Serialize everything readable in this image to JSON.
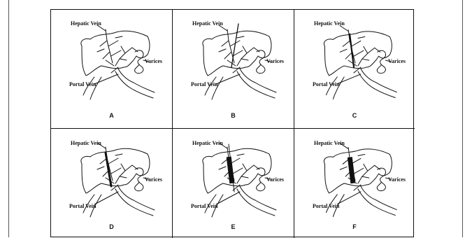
{
  "labels": {
    "hepatic_vein": "Hepatic Vein",
    "varices": "Varices",
    "portal_vein": "Portal Vein"
  },
  "panels": [
    {
      "letter": "A",
      "stage": "none"
    },
    {
      "letter": "B",
      "stage": "needle"
    },
    {
      "letter": "C",
      "stage": "wire"
    },
    {
      "letter": "D",
      "stage": "dilate"
    },
    {
      "letter": "E",
      "stage": "stent"
    },
    {
      "letter": "F",
      "stage": "stent-complete"
    }
  ],
  "colors": {
    "ink": "#111111",
    "paper": "#ffffff"
  }
}
